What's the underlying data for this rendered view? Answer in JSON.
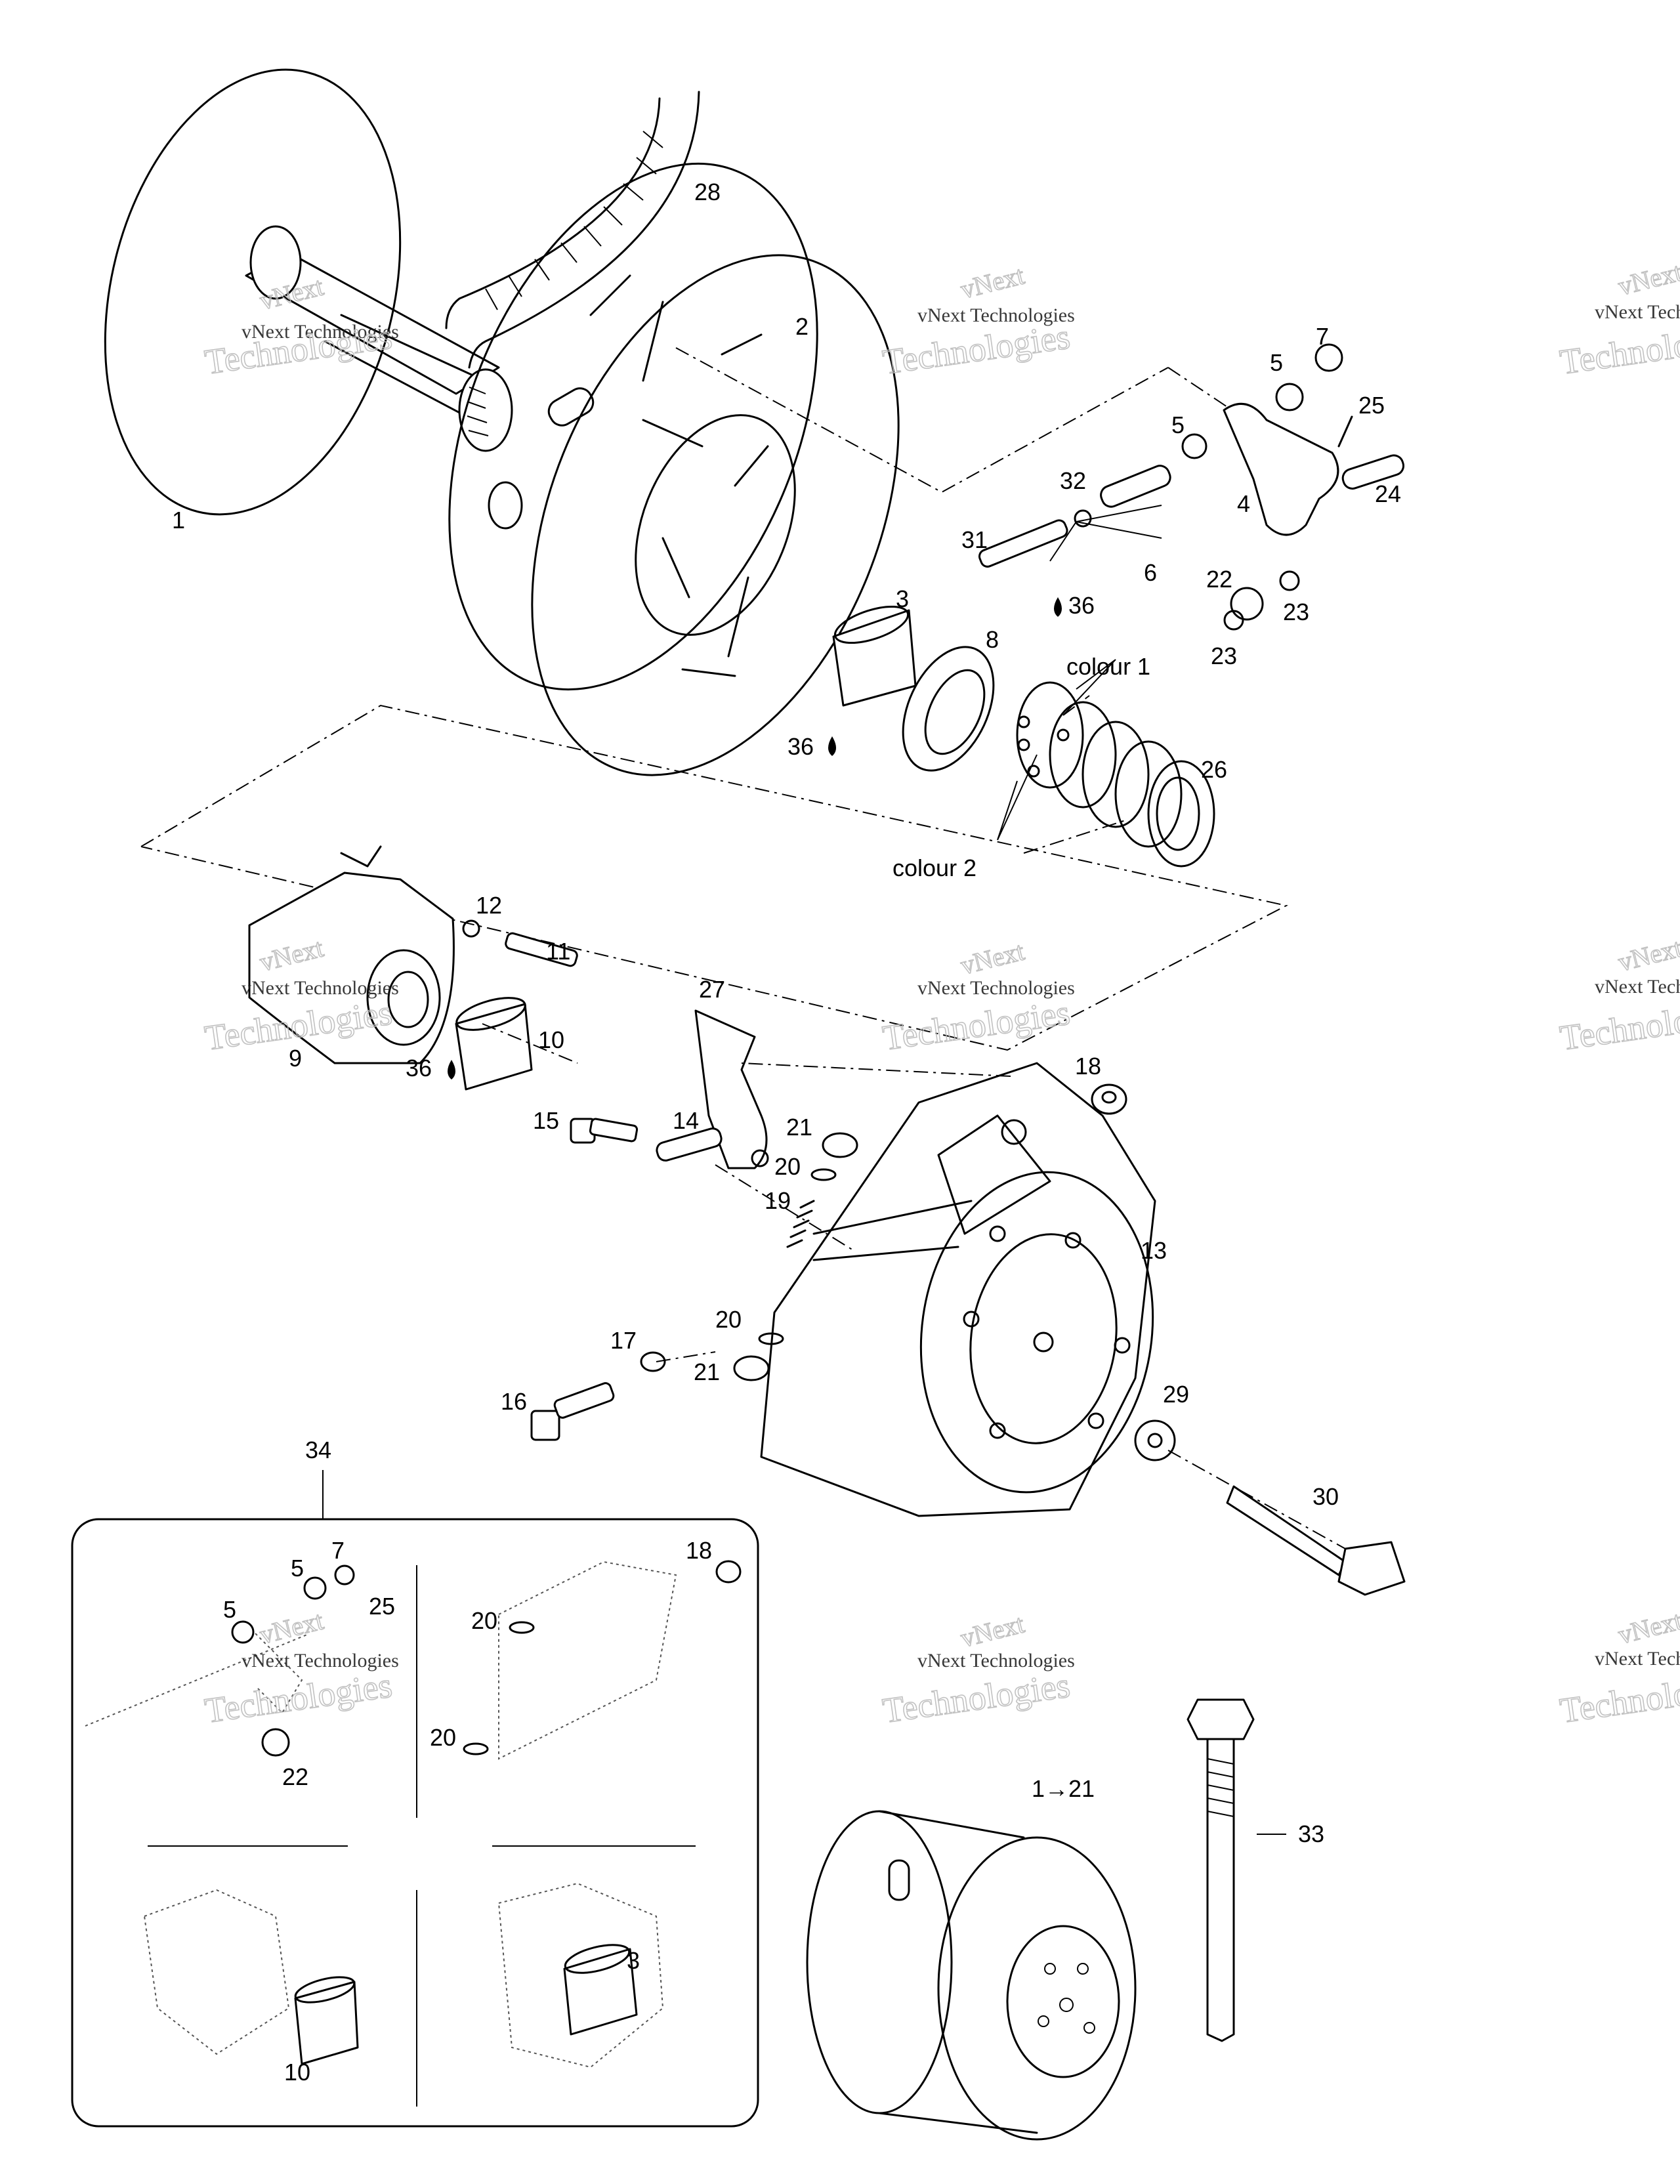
{
  "watermark": {
    "top": "vNext",
    "middle": "vNext Technologies",
    "bottom": "Technologies"
  },
  "callouts": {
    "c1": "1",
    "c2": "2",
    "c3": "3",
    "c4": "4",
    "c5a": "5",
    "c5b": "5",
    "c6": "6",
    "c7": "7",
    "c8": "8",
    "c9": "9",
    "c10": "10",
    "c11": "11",
    "c12": "12",
    "c13": "13",
    "c14": "14",
    "c15": "15",
    "c16": "16",
    "c17": "17",
    "c18": "18",
    "c19": "19",
    "c20a": "20",
    "c20b": "20",
    "c21a": "21",
    "c21b": "21",
    "c22": "22",
    "c23a": "23",
    "c23b": "23",
    "c24": "24",
    "c25": "25",
    "c26": "26",
    "c27": "27",
    "c28": "28",
    "c29": "29",
    "c30": "30",
    "c31": "31",
    "c32": "32",
    "c33": "33",
    "c34": "34",
    "c36a": "36",
    "c36b": "36",
    "c36c": "36",
    "colour1": "colour 1",
    "colour2": "colour 2",
    "assembly": "1→21",
    "k5a": "5",
    "k5b": "5",
    "k7": "7",
    "k25": "25",
    "k22": "22",
    "k18": "18",
    "k20a": "20",
    "k20b": "20",
    "k10": "10",
    "k3": "3"
  },
  "icons": [
    "lubricant-drop-icon"
  ]
}
